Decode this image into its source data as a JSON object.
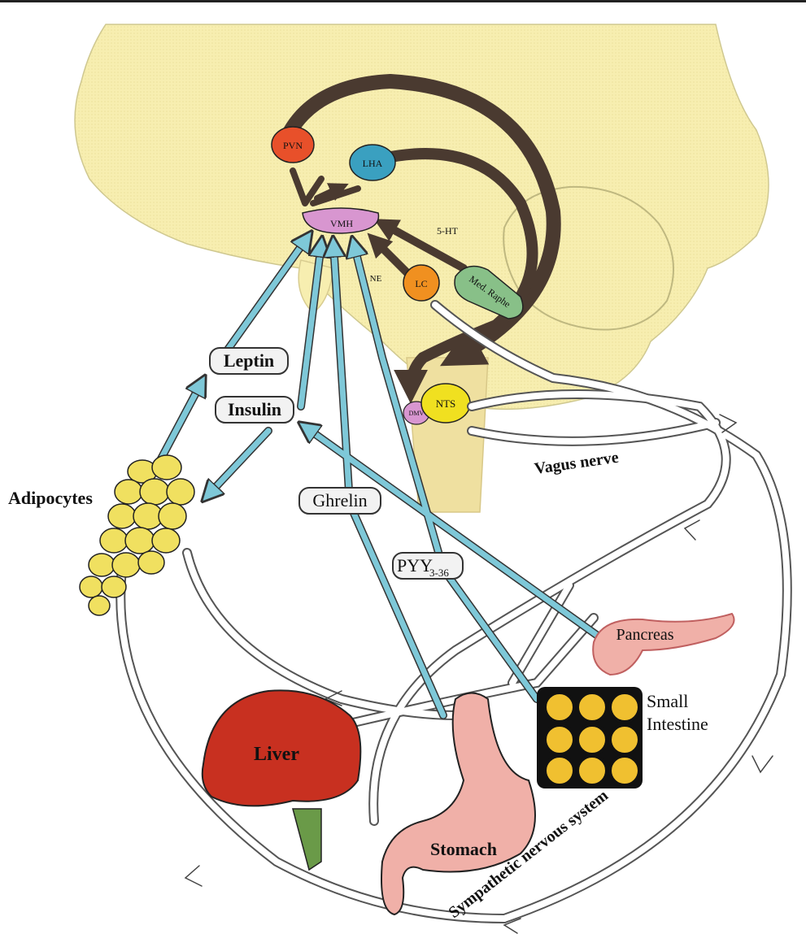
{
  "brain_nuclei": {
    "pvn": "PVN",
    "lha": "LHA",
    "vmh": "VMH",
    "lc": "LC",
    "med_raphe": "Med. Raphe",
    "nts": "NTS",
    "dmv": "DMV"
  },
  "neurotransmitters": {
    "serotonin": "5-HT",
    "norepinephrine": "NE"
  },
  "hormones": {
    "leptin": "Leptin",
    "insulin": "Insulin",
    "ghrelin": "Ghrelin",
    "pyy": "PYY",
    "pyy_subscript": "3-36"
  },
  "organs": {
    "adipocytes": "Adipocytes",
    "liver": "Liver",
    "stomach": "Stomach",
    "pancreas": "Pancreas",
    "small_intestine_line1": "Small",
    "small_intestine_line2": "Intestine"
  },
  "nerves": {
    "vagus": "Vagus nerve",
    "sympathetic": "Sympathetic nervous system"
  },
  "colors": {
    "brain": "#f7eeb0",
    "hormone_arrow": "#7ec8d8",
    "neural_arrow": "#4a3a30",
    "pvn": "#e8502a",
    "lha": "#3aa0c0",
    "vmh": "#d896d0",
    "lc": "#f09020",
    "med_raphe": "#88c088",
    "nts": "#f0e020",
    "liver": "#c83020",
    "stomach": "#f0b0a8",
    "intestine": "#f0c030",
    "adipocyte": "#f0e060"
  }
}
